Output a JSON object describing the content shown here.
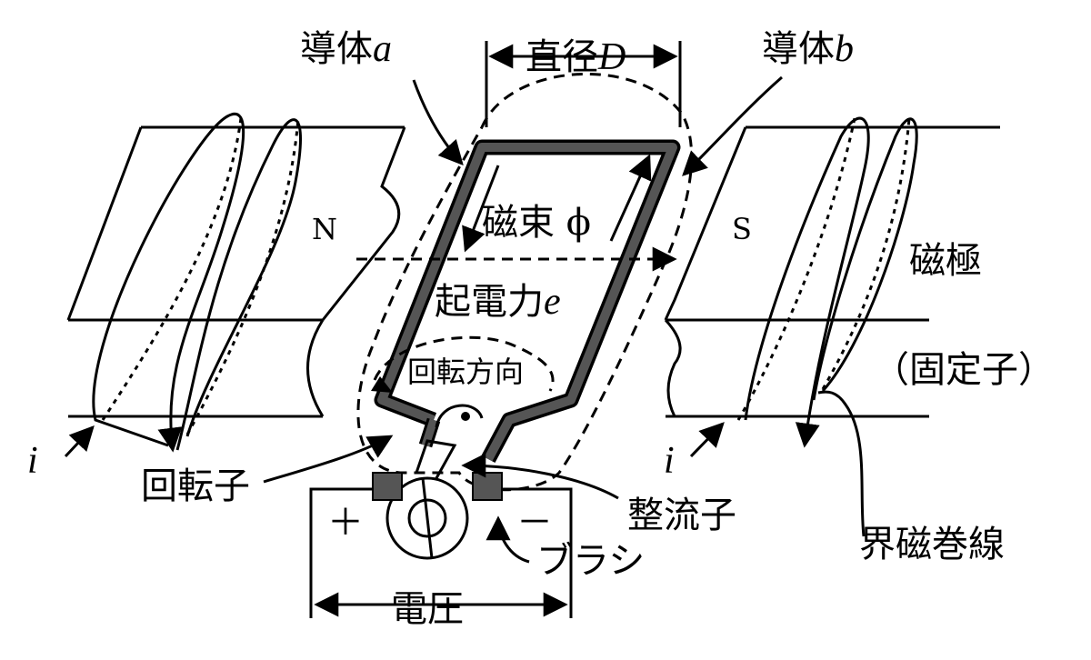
{
  "labels": {
    "conductor_a": {
      "name": "導体",
      "sym": "a"
    },
    "diameter": {
      "name": "直径",
      "sym": "D"
    },
    "conductor_b": {
      "name": "導体",
      "sym": "b"
    },
    "flux": "磁束 ϕ",
    "emf": {
      "name": "起電力",
      "sym": "e"
    },
    "rotation_direction": "回転方向",
    "pole_n": "N",
    "pole_s": "S",
    "magnetic_pole": "磁極",
    "stator": "（固定子）",
    "current_left": "i",
    "current_right": "i",
    "rotor": "回転子",
    "commutator": "整流子",
    "brush": "ブラシ",
    "plus": "＋",
    "minus": "－",
    "voltage": "電圧",
    "field_winding": "界磁巻線"
  },
  "colors": {
    "line": "#000000",
    "coil_fill": "#555555",
    "brush_fill": "#555555",
    "background": "#ffffff"
  }
}
